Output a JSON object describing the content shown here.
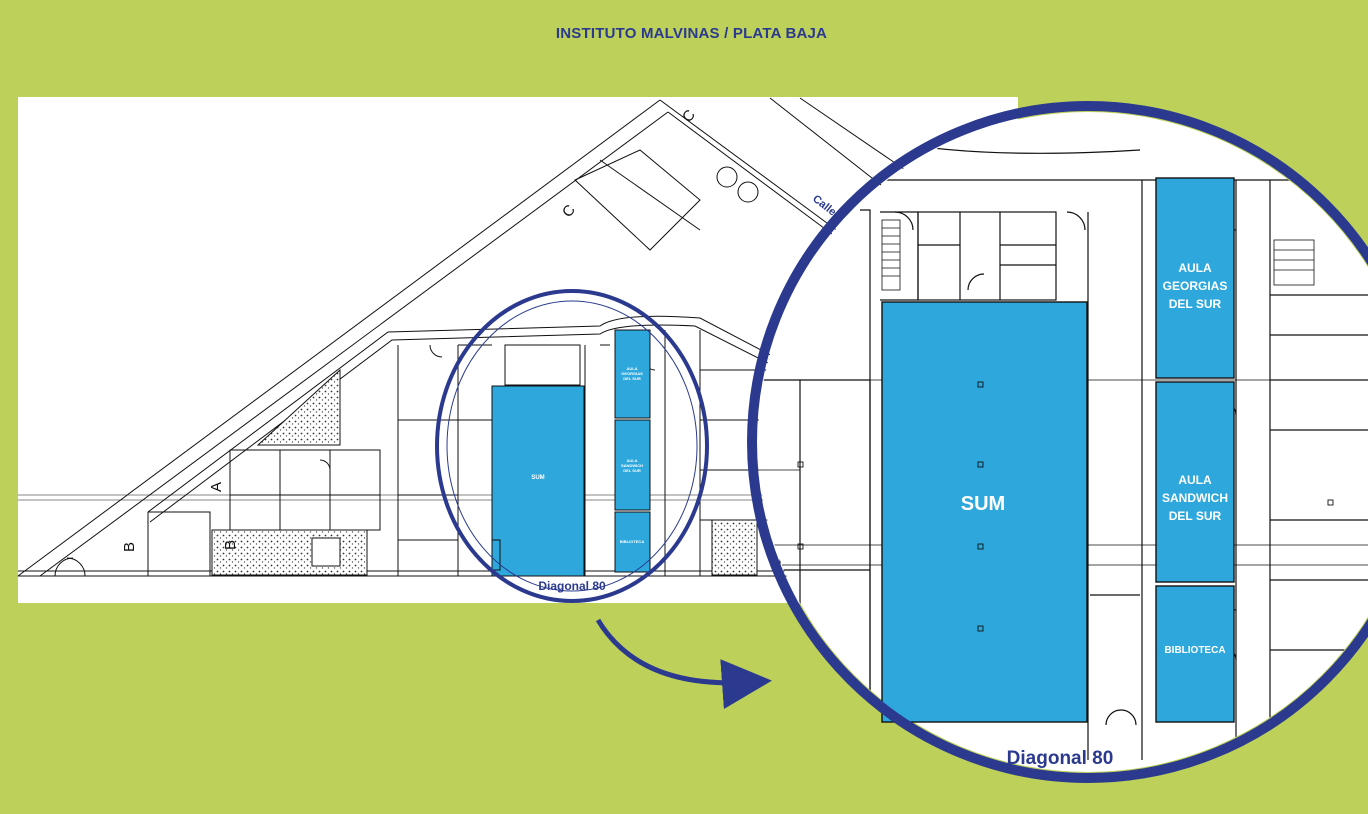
{
  "title": "INSTITUTO MALVINAS / PLATA BAJA",
  "colors": {
    "background": "#bdd05a",
    "room_fill": "#2ea8dc",
    "accent": "#2b3a8f",
    "walls": "#111111",
    "plan_bg": "#ffffff"
  },
  "overview": {
    "street_label": "Diagonal 80",
    "street_top_label": "Calle",
    "rooms": {
      "sum": "SUM",
      "aula_georgias": "AULA\nGEORGIAS\nDEL SUR",
      "aula_sandwich": "AULA\nSANDWICH\nDEL SUR",
      "biblioteca": "BIBLIOTECA"
    },
    "section_marks": [
      "A",
      "B",
      "B",
      "C",
      "C"
    ]
  },
  "zoom": {
    "street_label": "Diagonal 80",
    "rooms": {
      "sum": "SUM",
      "aula_georgias": [
        "AULA",
        "GEORGIAS",
        "DEL SUR"
      ],
      "aula_sandwich": [
        "AULA",
        "SANDWICH",
        "DEL SUR"
      ],
      "biblioteca": "BIBLIOTECA"
    }
  }
}
